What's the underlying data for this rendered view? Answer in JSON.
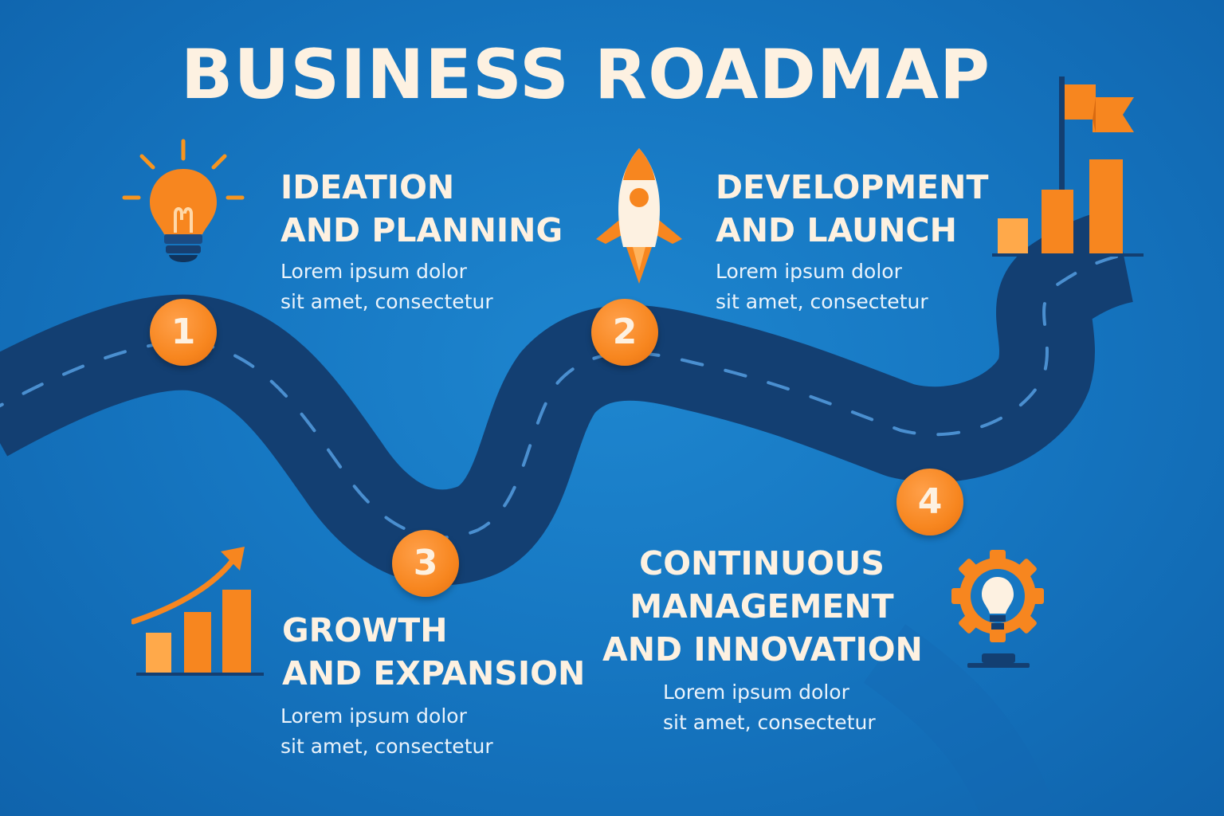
{
  "title": "BUSINESS ROADMAP",
  "colors": {
    "background": "#1677c2",
    "road": "#133f72",
    "accent": "#f7861f",
    "text": "#fdf1e1"
  },
  "steps": [
    {
      "number": "1",
      "heading": [
        "IDEATION",
        "AND PLANNING"
      ],
      "body": [
        "Lorem ipsum dolor",
        "sit amet, consectetur"
      ],
      "icon": "lightbulb-icon"
    },
    {
      "number": "2",
      "heading": [
        "DEVELOPMENT",
        "AND LAUNCH"
      ],
      "body": [
        "Lorem ipsum dolor",
        "sit amet, consectetur"
      ],
      "icon": "rocket-icon"
    },
    {
      "number": "3",
      "heading": [
        "GROWTH",
        "AND EXPANSION"
      ],
      "body": [
        "Lorem ipsum dolor",
        "sit amet, consectetur"
      ],
      "icon": "growth-chart-icon"
    },
    {
      "number": "4",
      "heading": [
        "CONTINUOUS",
        "MANAGEMENT",
        "AND INNOVATION"
      ],
      "body": [
        "Lorem ipsum dolor",
        "sit amet, consectetur"
      ],
      "icon": "gear-lightbulb-icon"
    }
  ],
  "goal_icon": "flag-bar-chart-icon"
}
